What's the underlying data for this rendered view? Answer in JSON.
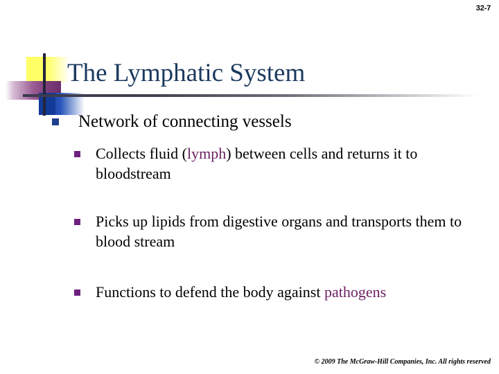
{
  "slide": {
    "page_number": "32-7",
    "title": "The Lymphatic System",
    "copyright": "© 2009 The McGraw-Hill Companies, Inc. All rights reserved"
  },
  "colors": {
    "title": "#1b3a5e",
    "bullet_level1": "#1e3f8f",
    "bullet_level2": "#6e2080",
    "accent_text": "#6b1f63",
    "logo_yellow": "#ffff66",
    "logo_purple": "#6e2f6c",
    "logo_blue": "#123a96",
    "rule": "#3b3b4d"
  },
  "content": {
    "level1": {
      "text": "Network of connecting vessels"
    },
    "level2": [
      {
        "segments": [
          {
            "text": "Collects fluid (",
            "accent": false
          },
          {
            "text": "lymph",
            "accent": true
          },
          {
            "text": ") between cells and returns it to bloodstream",
            "accent": false
          }
        ],
        "plain": "Collects fluid (lymph) between cells and returns it to bloodstream"
      },
      {
        "segments": [
          {
            "text": "Picks up lipids from digestive organs and transports them to blood stream",
            "accent": false
          }
        ],
        "plain": "Picks up lipids from digestive organs and transports them to blood stream"
      },
      {
        "segments": [
          {
            "text": "Functions to defend the body against ",
            "accent": false
          },
          {
            "text": "pathogens",
            "accent": true
          }
        ],
        "plain": "Functions to defend the body against pathogens"
      }
    ]
  },
  "icons": {
    "bullet_square_level1": "square-bullet-blue-icon",
    "bullet_square_level2": "square-bullet-purple-icon",
    "logo": "decorative-logo-blocks"
  }
}
